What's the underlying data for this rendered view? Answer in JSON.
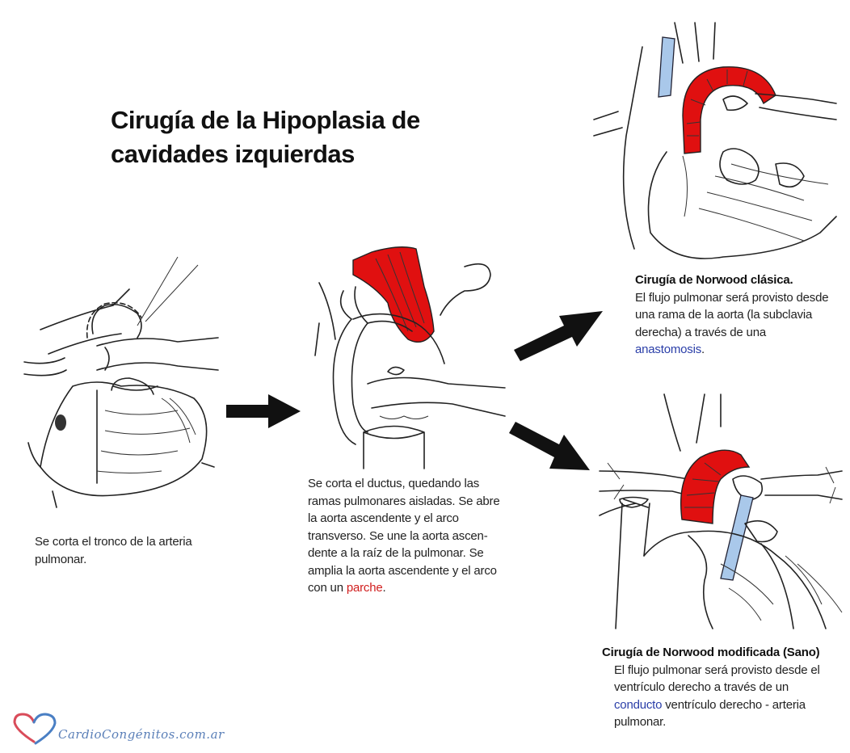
{
  "title_line1": "Cirugía de la Hipoplasia de",
  "title_line2": "cavidades izquierdas",
  "step1": {
    "text": "Se corta el tronco de la arteria pulmonar."
  },
  "step2": {
    "text_before": "Se corta el ductus, quedando las ramas pulmonares aisladas. Se abre la aorta ascendente y el arco transverso. Se une la aorta ascen-dente a la raíz de la pulmonar. Se amplia la aorta ascendente y el arco con un ",
    "highlight": "parche",
    "text_after": "."
  },
  "classic": {
    "heading": "Cirugía de Norwood clásica.",
    "text_before": "El flujo pulmonar será provisto desde una rama de la aorta (la subclavia derecha) a través de una ",
    "highlight": "anastomosis",
    "text_after": "."
  },
  "modified": {
    "heading": "Cirugía de Norwood modificada (Sano)",
    "text_before": "El flujo pulmonar será provisto desde el ventrículo derecho a través de un ",
    "highlight": "conducto",
    "text_after": " ventrículo derecho - arteria pulmonar."
  },
  "logo": {
    "text": "CardioCongénitos.com.ar",
    "icon": "heart-icon"
  },
  "colors": {
    "patch_red": "#e01010",
    "shunt_blue": "#a9c8ea",
    "arrow": "#111111",
    "highlight_red": "#d11e1e",
    "highlight_blue": "#2a3ea8"
  }
}
